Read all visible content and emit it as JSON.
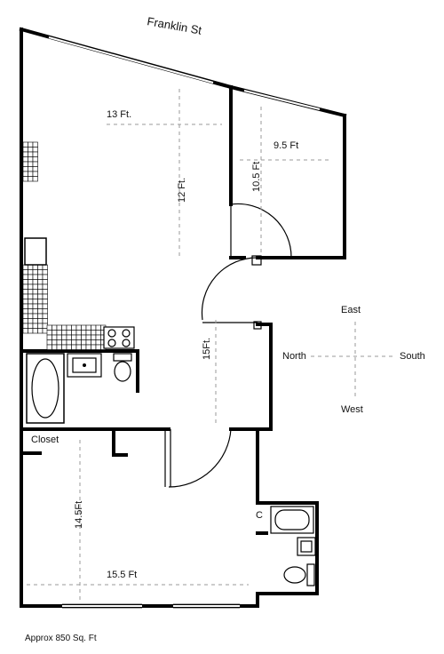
{
  "street": "Franklin St",
  "rooms": {
    "main": {
      "width_label": "13 Ft.",
      "length_label": "12 Ft."
    },
    "bedroom1": {
      "width_label": "9.5 Ft",
      "length_label": "10.5 Ft"
    },
    "hall": {
      "length_label": "15Ft."
    },
    "bedroom2": {
      "width_label": "15.5 Ft",
      "length_label": "14.5Ft"
    }
  },
  "closet_label": "Closet",
  "small_closet_label": "C",
  "compass": {
    "north": "North",
    "south": "South",
    "east": "East",
    "west": "West"
  },
  "area_note": "Approx 850 Sq. Ft"
}
